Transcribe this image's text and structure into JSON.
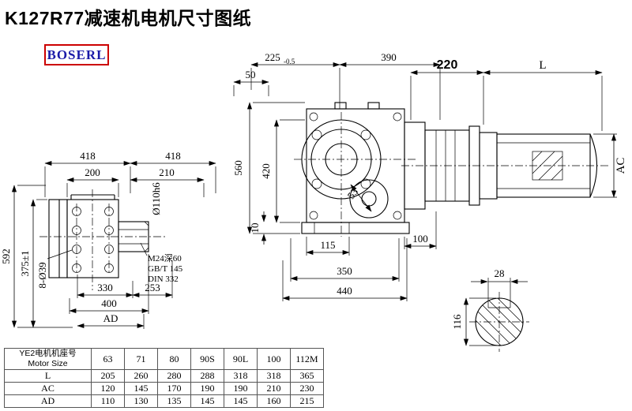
{
  "page": {
    "title": "K127R77减速机电机尺寸图纸",
    "brand": "BOSERL"
  },
  "colors": {
    "line": "#000000",
    "brand_border": "#cc0000",
    "brand_text": "#1a1aa8",
    "background": "#ffffff"
  },
  "side_view": {
    "d225": "225",
    "d225_tol": "-0.5",
    "d390": "390",
    "d50": "50",
    "d560": "560",
    "d420": "420",
    "d10": "10",
    "d53": "53",
    "d115": "115",
    "d100": "100",
    "d350": "350",
    "d440": "440"
  },
  "motor": {
    "d220": "220",
    "dL": "L",
    "dAC": "AC"
  },
  "front_view": {
    "d418_left": "418",
    "d418_right": "418",
    "d200": "200",
    "d210": "210",
    "shaft_dia": "Ø110h6",
    "d592": "592",
    "d375": "375±1",
    "bolt_callout": "8-Ø39",
    "d330": "330",
    "d253": "253",
    "d400": "400",
    "dAD": "AD",
    "note1": "M24深60",
    "note2": "GB/T 145",
    "note3": "DIN 332"
  },
  "section": {
    "d28": "28",
    "d116": "116"
  },
  "table": {
    "header_cn": "YE2电机机座号",
    "header_en": "Motor Size",
    "columns": [
      "63",
      "71",
      "80",
      "90S",
      "90L",
      "100",
      "112M"
    ],
    "rows": [
      {
        "label": "L",
        "values": [
          "205",
          "260",
          "280",
          "288",
          "318",
          "318",
          "365"
        ]
      },
      {
        "label": "AC",
        "values": [
          "120",
          "145",
          "170",
          "190",
          "190",
          "210",
          "230"
        ]
      },
      {
        "label": "AD",
        "values": [
          "110",
          "130",
          "135",
          "145",
          "145",
          "160",
          "215"
        ]
      }
    ]
  }
}
